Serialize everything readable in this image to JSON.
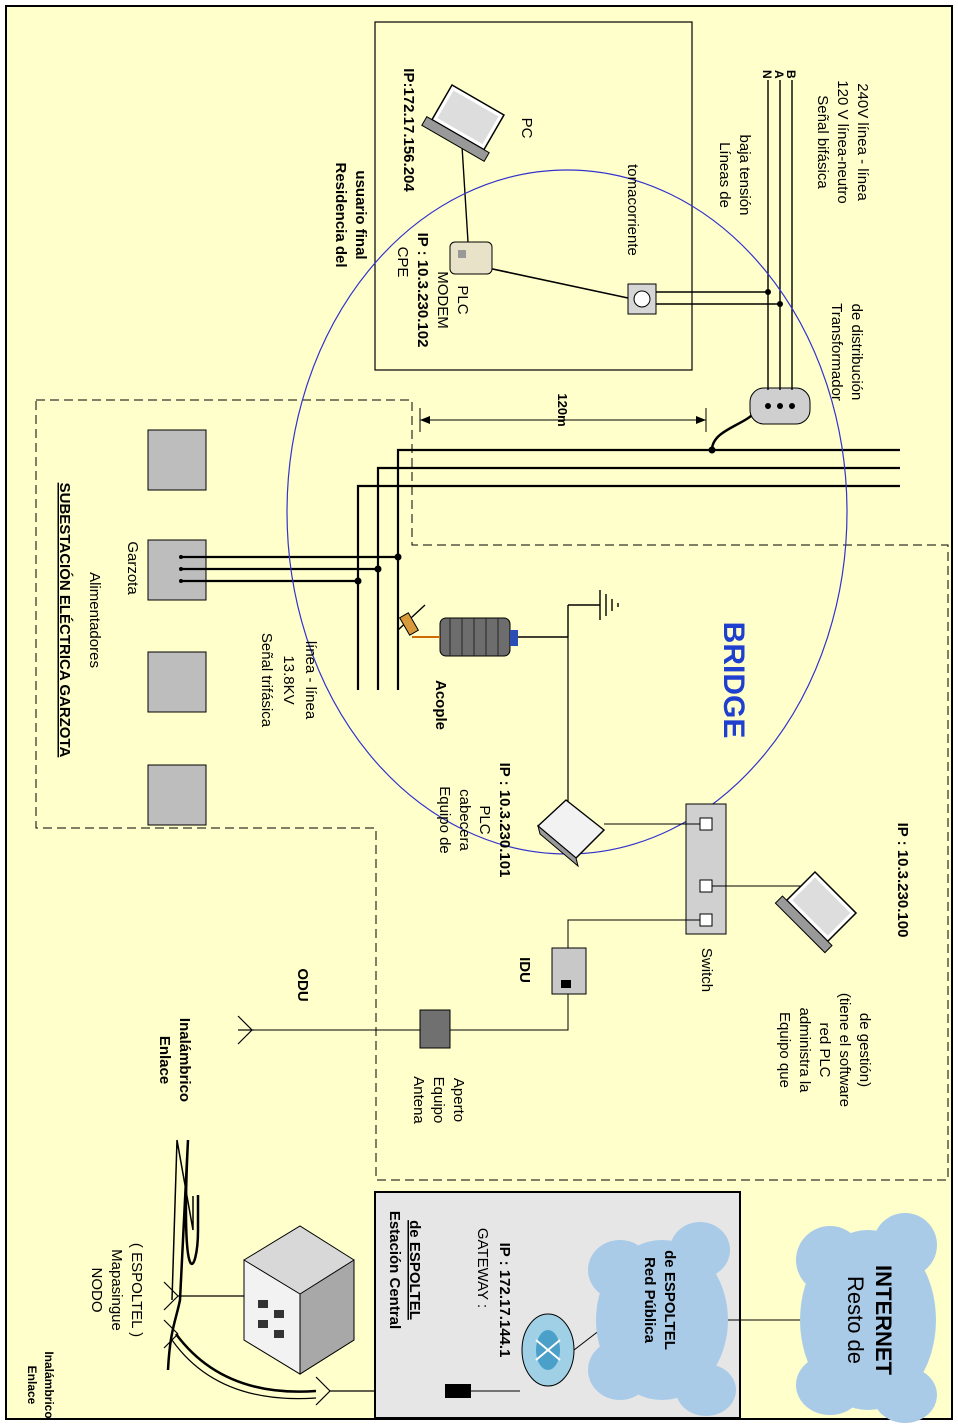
{
  "substation": {
    "title": "SUBESTACIÓN ELÉCTRICA GARZOTA",
    "feeders": "Alimentadores",
    "feeder_name": "Garzota",
    "signal_line1": "Señal trifásica",
    "signal_line2": "13.8KV",
    "signal_line3": "línea - línea"
  },
  "residence": {
    "title_line1": "Residencia del",
    "title_line2": "usuario final",
    "pc_ip": "IP:172.17.156.204",
    "pc_label": "PC",
    "cpe_label": "CPE",
    "cpe_ip": "IP : 10.3.230.102",
    "modem_line1": "MODEM",
    "modem_line2": "PLC",
    "outlet_label": "tomacorriente"
  },
  "low_voltage": {
    "line1": "Líneas de",
    "line2": "baja tensión",
    "phase_n": "N",
    "phase_a": "A",
    "phase_b": "B",
    "signal_line1": "Señal bifásica",
    "signal_line2": "120 V línea-neutro",
    "signal_line3": "240V línea - línea"
  },
  "transformer": {
    "line1": "Transformador",
    "line2": "de distribución"
  },
  "distance_label": "120m",
  "coupling_label": "Acople",
  "bridge_label": "BRIDGE",
  "head_end": {
    "line1": "Equipo de",
    "line2": "cabecera",
    "line3": "PLC",
    "ip": "IP : 10.3.230.101"
  },
  "idu_label": "IDU",
  "odu_label": "ODU",
  "switch_label": "Switch",
  "antenna": {
    "line1": "Antena",
    "line2": "Equipo",
    "line3": "Aperto"
  },
  "admin": {
    "line1": "Equipo que",
    "line2": "administra la",
    "line3": "red PLC",
    "line4": "(tiene el software",
    "line5": "de gestión)",
    "ip": "IP : 10.3.230.100"
  },
  "wireless_link_right": {
    "line1": "Enlace",
    "line2": "Inalámbrico"
  },
  "wireless_link_left": {
    "line1": "Enlace",
    "line2": "Inalámbrico"
  },
  "node": {
    "line1": "NODO",
    "line2": "Mapasingue",
    "line3": "( ESPOLTEL )"
  },
  "central": {
    "line1": "Estación Central",
    "line2": "de ESPOLTEL",
    "gateway_line1": "GATEWAY :",
    "gateway_line2": "IP : 172.17.144.1"
  },
  "public_net": {
    "line1": "Red Pública",
    "line2": "de ESPOLTEL"
  },
  "internet": {
    "line1": "Resto de",
    "line2": "INTERNET"
  },
  "colors": {
    "background": "#ffffcc",
    "ellipse": "#3333cc",
    "bridge": "#1f3fcf",
    "cloud": "#a9cbe8",
    "central_box": "#e6e6e6",
    "feeder_box": "#bdbdbd"
  }
}
